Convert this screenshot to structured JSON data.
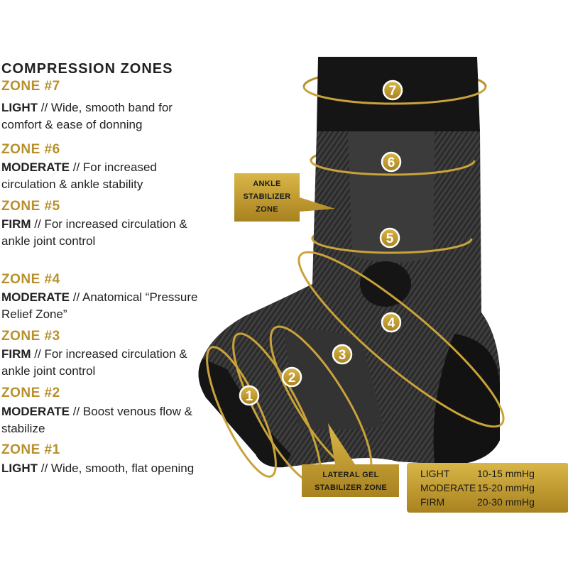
{
  "heading": "COMPRESSION ZONES",
  "zones": [
    {
      "title": "ZONE #7",
      "level": "LIGHT",
      "sep": " // ",
      "desc": "Wide, smooth band for comfort & ease of donning"
    },
    {
      "title": "ZONE #6",
      "level": "MODERATE",
      "sep": " // ",
      "desc": "For increased circulation & ankle stability"
    },
    {
      "title": "ZONE #5",
      "level": "FIRM",
      "sep": " // ",
      "desc": "For increased circulation & ankle joint control"
    },
    {
      "title": "ZONE #4",
      "level": "MODERATE",
      "sep": " // ",
      "desc": "Anatomical “Pressure Relief Zone”"
    },
    {
      "title": "ZONE #3",
      "level": "FIRM",
      "sep": " // ",
      "desc": "For increased circulation & ankle joint control"
    },
    {
      "title": "ZONE #2",
      "level": "MODERATE",
      "sep": " // ",
      "desc": "Boost venous flow & stabilize"
    },
    {
      "title": "ZONE #1",
      "level": "LIGHT",
      "sep": " // ",
      "desc": "Wide, smooth, flat opening"
    }
  ],
  "zone_markers": [
    "7",
    "6",
    "5",
    "4",
    "3",
    "2",
    "1"
  ],
  "callouts": {
    "ankle_line1": "ANKLE",
    "ankle_line2": "STABILIZER",
    "ankle_line3": "ZONE",
    "gel_line1": "LATERAL GEL",
    "gel_line2": "STABILIZER ZONE"
  },
  "pressure_table": [
    {
      "level": "LIGHT",
      "range": "10-15 mmHg"
    },
    {
      "level": "MODERATE",
      "range": "15-20 mmHg"
    },
    {
      "level": "FIRM",
      "range": "20-30 mmHg"
    }
  ],
  "colors": {
    "gold": "#b8912c",
    "gold_light": "#d8b446",
    "sleeve_dark": "#151515",
    "sleeve_knit": "#3a3a3a"
  }
}
